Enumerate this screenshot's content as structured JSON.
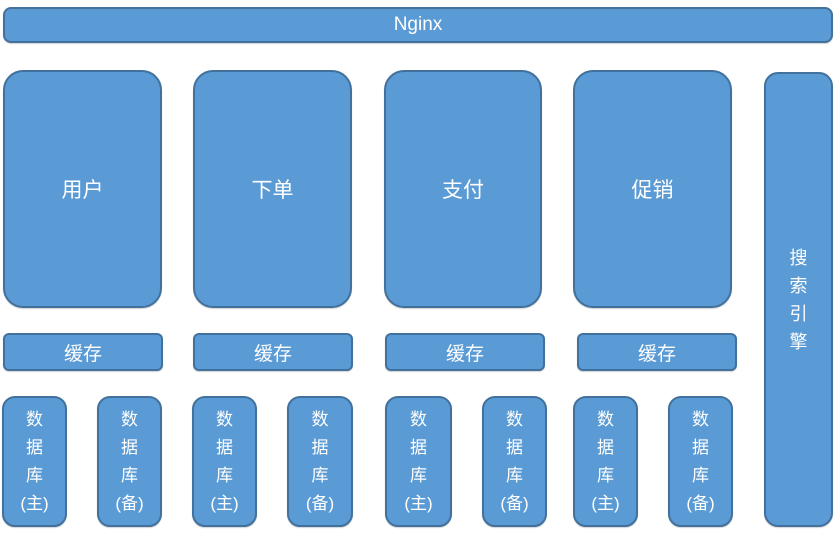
{
  "colors": {
    "shape_fill": "#5b9bd5",
    "shape_border": "#41719c",
    "shape_text": "#ffffff",
    "page_background": "#ffffff"
  },
  "nginx": {
    "label": "Nginx"
  },
  "services": [
    {
      "label": "用户"
    },
    {
      "label": "下单"
    },
    {
      "label": "支付"
    },
    {
      "label": "促销"
    }
  ],
  "search_engine": {
    "label": "搜\n索\n引\n擎"
  },
  "caches": [
    {
      "label": "缓存"
    },
    {
      "label": "缓存"
    },
    {
      "label": "缓存"
    },
    {
      "label": "缓存"
    }
  ],
  "databases": [
    {
      "label": "数\n据\n库\n(主)"
    },
    {
      "label": "数\n据\n库\n(备)"
    },
    {
      "label": "数\n据\n库\n(主)"
    },
    {
      "label": "数\n据\n库\n(备)"
    },
    {
      "label": "数\n据\n库\n(主)"
    },
    {
      "label": "数\n据\n库\n(备)"
    },
    {
      "label": "数\n据\n库\n(主)"
    },
    {
      "label": "数\n据\n库\n(备)"
    }
  ]
}
